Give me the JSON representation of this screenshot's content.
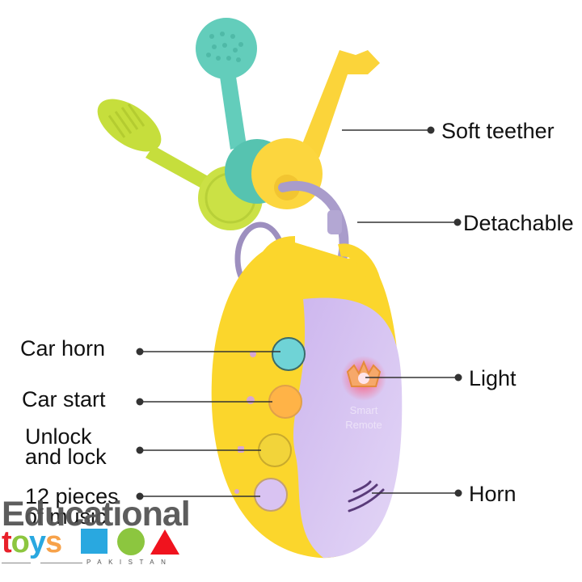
{
  "product": {
    "name": "Smart Remote",
    "remote_text_line1": "Smart",
    "remote_text_line2": "Remote"
  },
  "callouts": {
    "right": [
      {
        "label": "Soft teether"
      },
      {
        "label": "Detachable"
      },
      {
        "label": "Light"
      },
      {
        "label": "Horn"
      }
    ],
    "left": [
      {
        "label": "Car horn"
      },
      {
        "label": "Car start"
      },
      {
        "label_line1": "Unlock",
        "label_line2": "and lock"
      },
      {
        "label_line1": "12 pieces",
        "label_line2": "of music"
      }
    ]
  },
  "buttons": [
    {
      "function": "car-horn",
      "color": "#6fd3d6",
      "icon": "car-horn-icon"
    },
    {
      "function": "car-start",
      "color": "#ffb347",
      "icon": "car-icon"
    },
    {
      "function": "unlock-lock",
      "color": "#f2d43a",
      "icon": "lock-icon"
    },
    {
      "function": "music",
      "color": "#d9c3f2",
      "icon": "music-note-icon"
    }
  ],
  "logo": {
    "word1": "Educational",
    "word2_letters": [
      "t",
      "o",
      "y",
      "s"
    ],
    "country": "PAKISTAN",
    "colors": {
      "red": "#e8202a",
      "green": "#8cc63f",
      "blue": "#29a8e0",
      "orange": "#f7a24a",
      "gray": "#555555"
    }
  },
  "colors": {
    "body_yellow": "#fbd62c",
    "body_purple": "#d8c4f0",
    "key_teal": "#5ec9b8",
    "key_lime": "#c8df3e",
    "key_yellow": "#fbd43a",
    "ring_purple": "#a89ac8",
    "light_glow": "#ff4d6a"
  }
}
